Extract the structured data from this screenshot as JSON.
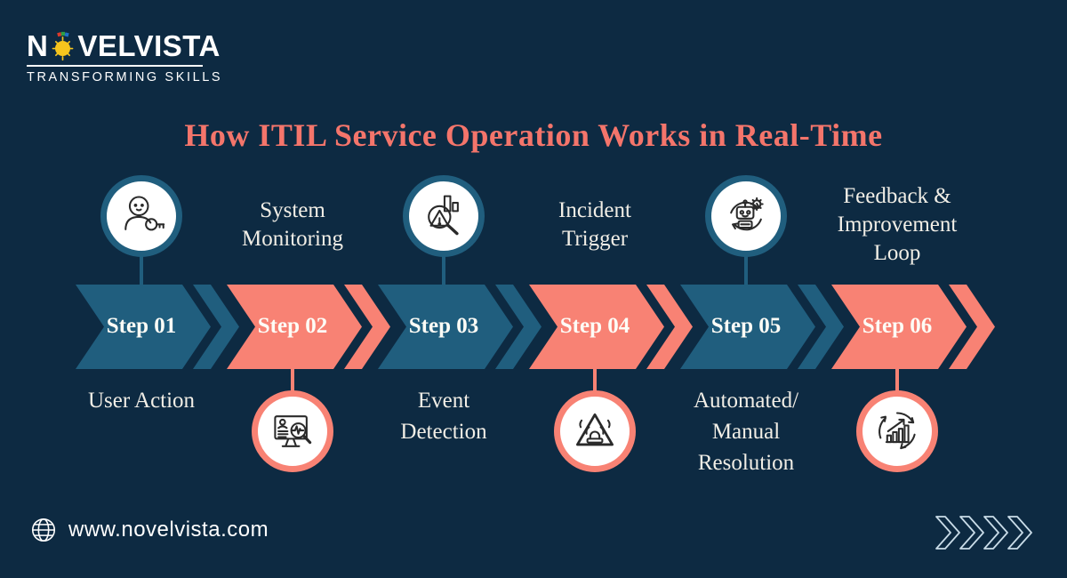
{
  "palette": {
    "background": "#0D2A42",
    "teal": "#205E7E",
    "coral": "#F88274",
    "title_color": "#F4756B",
    "label_text": "#F1EEE6"
  },
  "brand": {
    "name_prefix": "N",
    "name_suffix": "VELVISTA",
    "tagline": "TRANSFORMING SKILLS"
  },
  "title": "How ITIL Service Operation Works in Real-Time",
  "steps": [
    {
      "label": "Step 01",
      "name": "User Action",
      "icon": "user-key-icon",
      "color": "#205E7E",
      "icon_position": "above",
      "name_position": "below"
    },
    {
      "label": "Step 02",
      "name": "System\nMonitoring",
      "icon": "monitor-analysis-icon",
      "color": "#F88274",
      "icon_position": "below",
      "name_position": "above"
    },
    {
      "label": "Step 03",
      "name": "Event\nDetection",
      "icon": "search-warning-icon",
      "color": "#205E7E",
      "icon_position": "above",
      "name_position": "below"
    },
    {
      "label": "Step 04",
      "name": "Incident\nTrigger",
      "icon": "alarm-triangle-icon",
      "color": "#F88274",
      "icon_position": "below",
      "name_position": "above"
    },
    {
      "label": "Step 05",
      "name": "Automated/\nManual\nResolution",
      "icon": "robot-loop-icon",
      "color": "#205E7E",
      "icon_position": "above",
      "name_position": "below"
    },
    {
      "label": "Step 06",
      "name": "Feedback &\nImprovement\nLoop",
      "icon": "chart-loop-icon",
      "color": "#F88274",
      "icon_position": "below",
      "name_position": "above"
    }
  ],
  "footer": {
    "website": "www.novelvista.com"
  }
}
